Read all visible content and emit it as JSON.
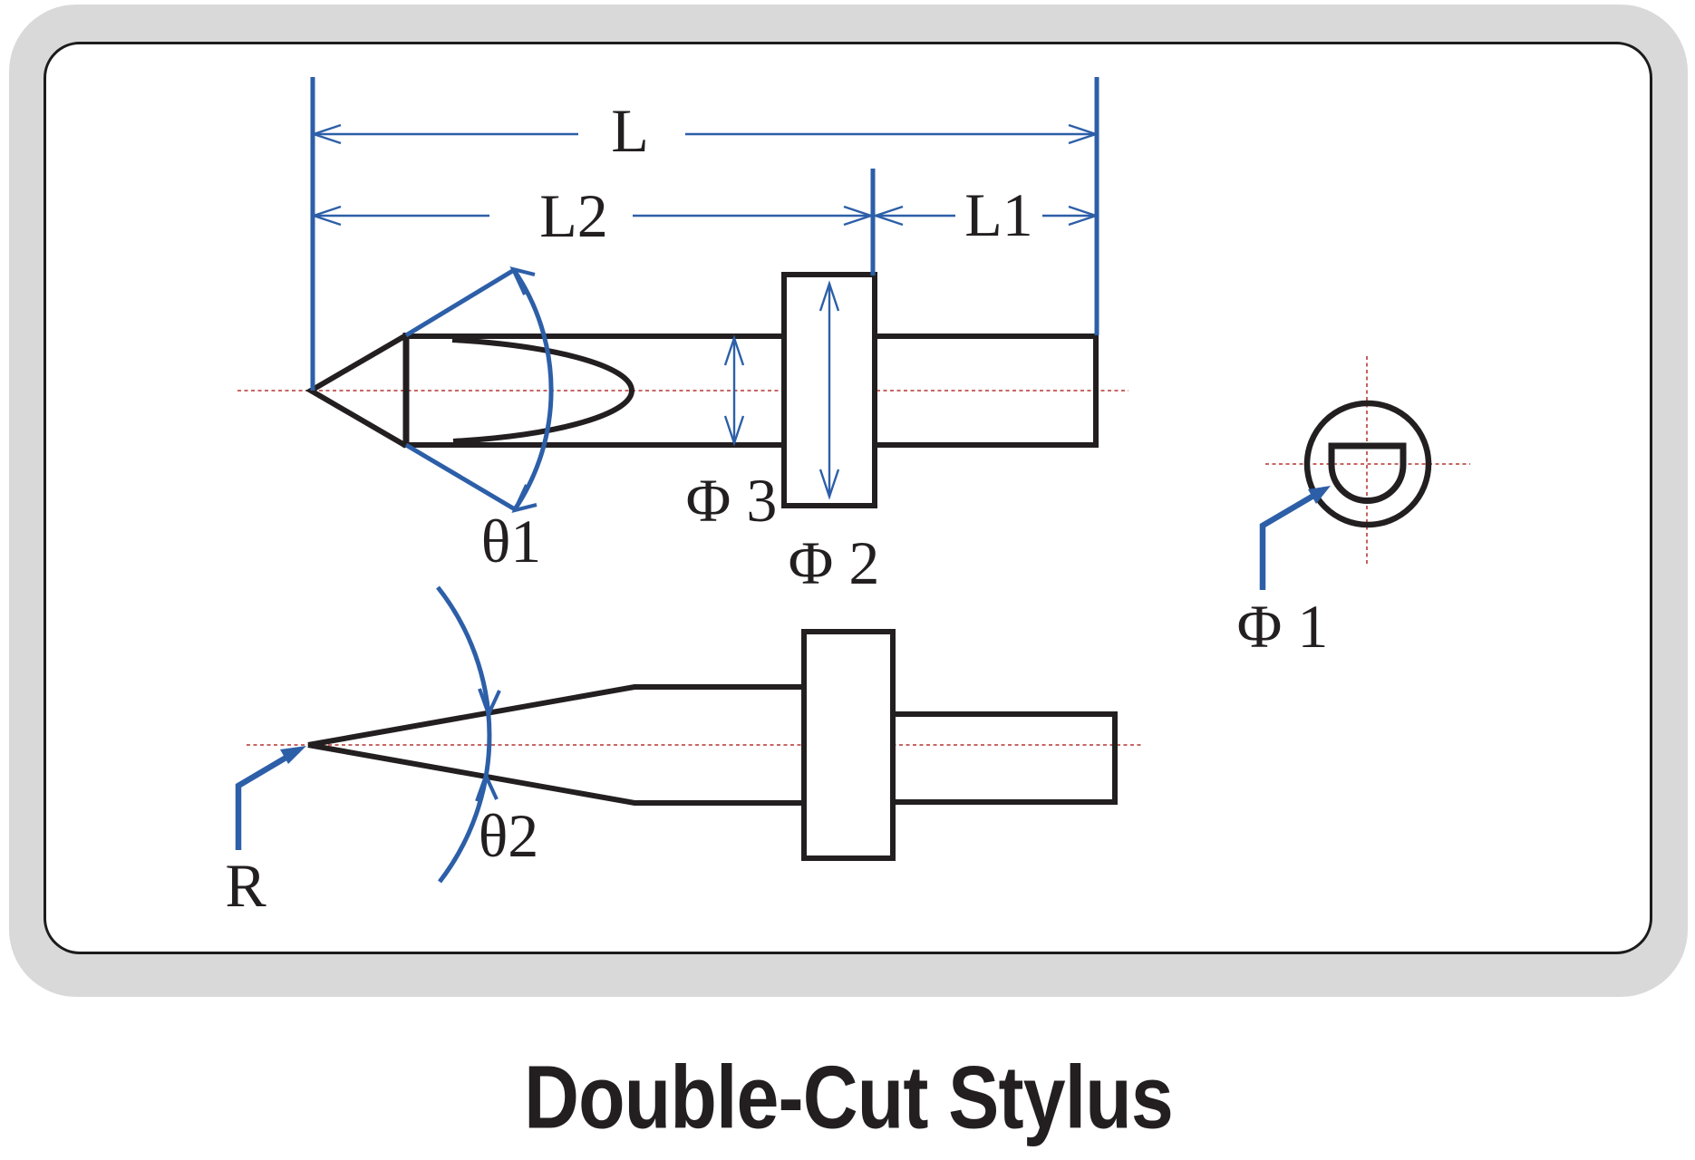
{
  "title": "Double-Cut Stylus",
  "colors": {
    "dimension_blue": "#2d5fa8",
    "centerline_red": "#c0504d",
    "drawing_black": "#231f20",
    "mat_gray": "#d9d9d9",
    "panel_white": "#ffffff"
  },
  "dimensions": {
    "total_length": "L",
    "front_length": "L2",
    "shank_length": "L1",
    "body_diameter": "Φ 3",
    "flange_diameter": "Φ 2",
    "shank_diameter": "Φ 1",
    "cone_angle": "θ1",
    "edge_angle": "θ2",
    "tip_radius": "R"
  }
}
